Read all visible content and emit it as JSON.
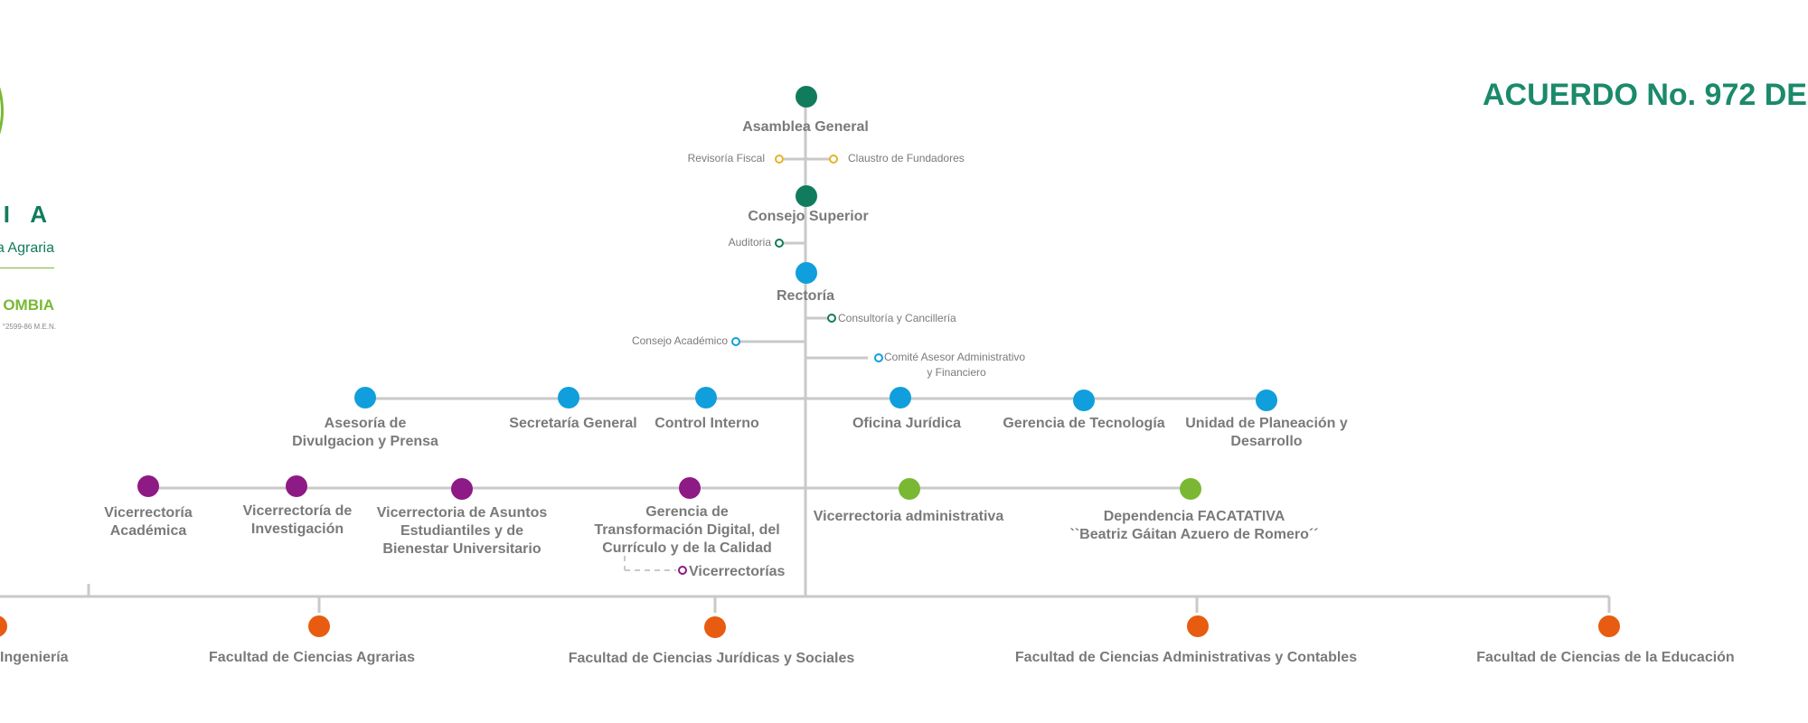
{
  "logo": {
    "line1": "R I A",
    "line2": "a Agraria",
    "line3": "OMBIA",
    "line4": "°2599-86 M.E.N."
  },
  "header": {
    "acuerdo": "ACUERDO No. 972 DE"
  },
  "colors": {
    "line": "#c9c9c9",
    "text": "#7a7a7a",
    "dark_green": "#117c5d",
    "blue": "#109fdc",
    "purple": "#8e1a85",
    "light_green": "#7ab834",
    "orange": "#e75c10",
    "yellow": "#e8b32a"
  },
  "org": {
    "asamblea": "Asamblea General",
    "revisoria": "Revisoría Fiscal",
    "claustro": "Claustro de Fundadores",
    "consejo_superior": "Consejo Superior",
    "auditoria": "Auditoria",
    "rectoria": "Rectoría",
    "consultoria": "Consultoría y Cancillería",
    "consejo_academico": "Consejo Académico",
    "comite_1": "Comité Asesor Administrativo",
    "comite_2": "y Financiero",
    "asesoria_1": "Asesoría de",
    "asesoria_2": "Divulgacion y Prensa",
    "secretaria": "Secretaría General",
    "control": "Control Interno",
    "oficina": "Oficina Jurídica",
    "gerencia_tec": "Gerencia de Tecnología",
    "unidad_1": "Unidad de Planeación y",
    "unidad_2": "Desarrollo",
    "vic_academica_1": "Vicerrectoría",
    "vic_academica_2": "Académica",
    "vic_inv_1": "Vicerrectoría de",
    "vic_inv_2": "Investigación",
    "vic_asuntos_1": "Vicerrectoria de Asuntos",
    "vic_asuntos_2": "Estudiantiles y de",
    "vic_asuntos_3": "Bienestar Universitario",
    "gerencia_td_1": "Gerencia de",
    "gerencia_td_2": "Transformación Digital, del",
    "gerencia_td_3": "Currículo y de la Calidad",
    "vicerrectorias": "Vicerrectorías",
    "vic_admin": "Vicerrectoria administrativa",
    "dep_facatativa_1": "Dependencia FACATATIVA",
    "dep_facatativa_2": "``Beatriz Gáitan Azuero de Romero´´",
    "fac_ingenieria": "Ingeniería",
    "fac_agrarias": "Facultad de Ciencias Agrarias",
    "fac_juridicas": "Facultad de Ciencias Jurídicas y Sociales",
    "fac_administrativas": "Facultad de Ciencias Administrativas y Contables",
    "fac_educacion": "Facultad de Ciencias de la Educación"
  }
}
